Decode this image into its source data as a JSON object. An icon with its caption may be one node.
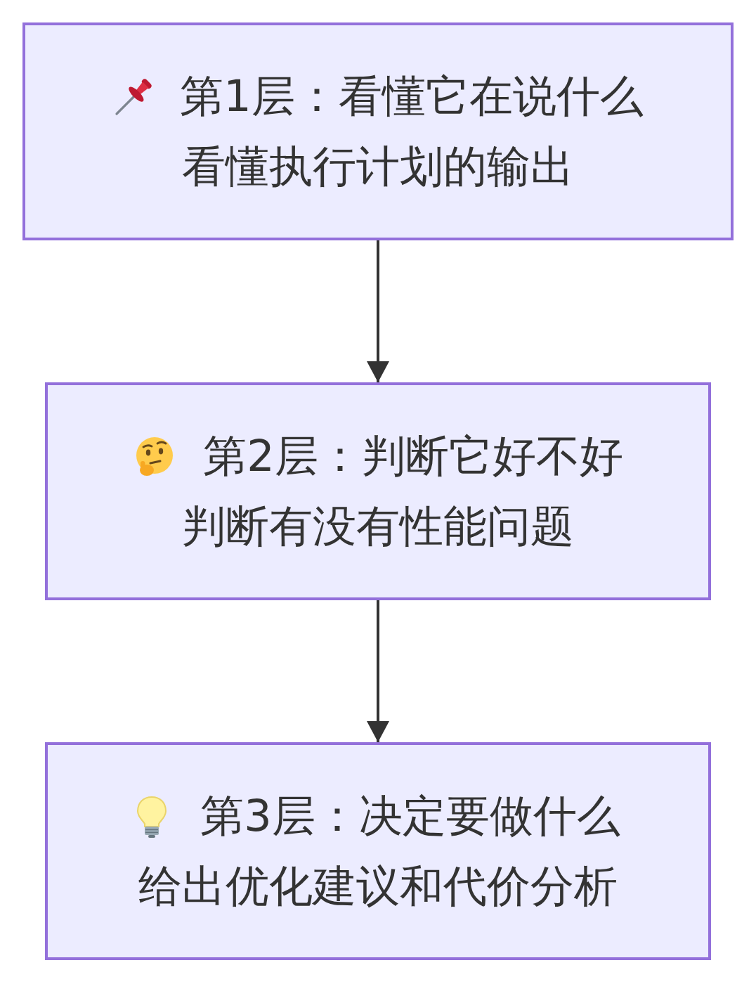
{
  "diagram": {
    "nodes": [
      {
        "text": [
          "第1层：看懂它在说什么",
          "看懂执行计划的输出"
        ]
      },
      {
        "text": [
          "第2层：判断它好不好",
          "判断有没有性能问题"
        ]
      },
      {
        "text": [
          "第3层：决定要做什么",
          "给出优化建议和代价分析"
        ]
      }
    ],
    "edges": [
      {
        "from": 0,
        "to": 1,
        "arrow": "to"
      },
      {
        "from": 1,
        "to": 2,
        "arrow": "to"
      }
    ]
  }
}
